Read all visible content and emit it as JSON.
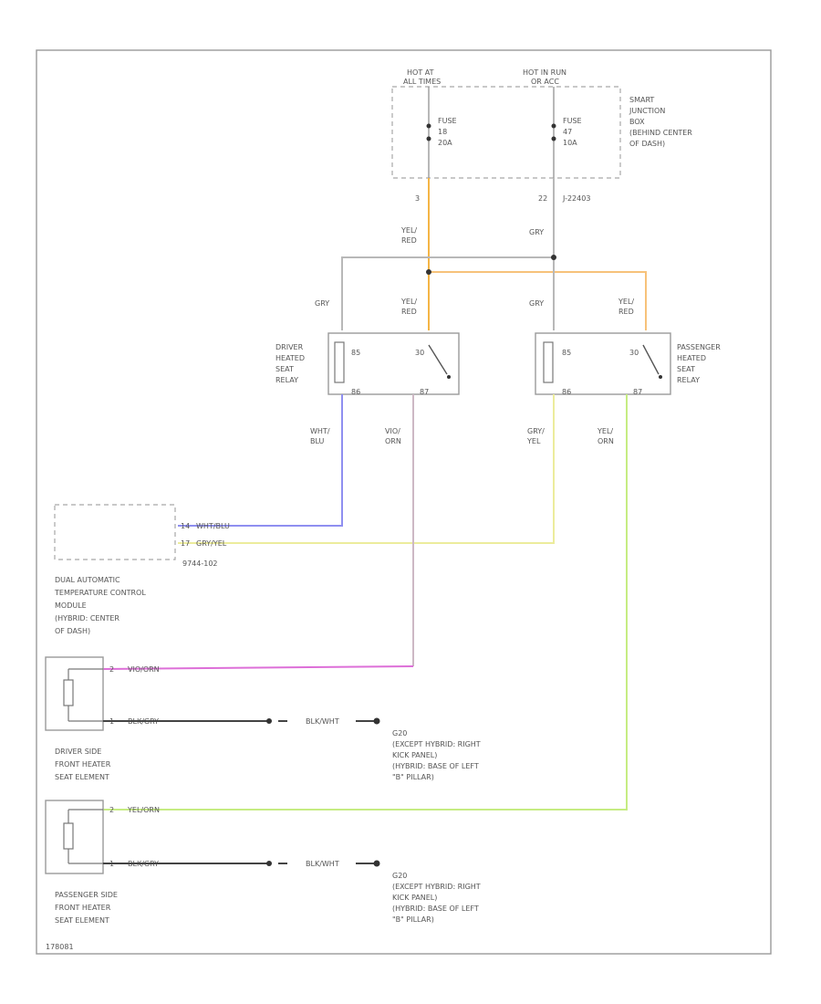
{
  "sjb": {
    "hot_at_all_times": [
      "HOT AT",
      "ALL TIMES"
    ],
    "hot_in_run": [
      "HOT IN RUN",
      "OR ACC"
    ],
    "fuse_a": [
      "FUSE",
      "18",
      "20A"
    ],
    "fuse_b": [
      "FUSE",
      "47",
      "10A"
    ],
    "label": [
      "SMART",
      "JUNCTION",
      "BOX",
      "(BEHIND CENTER",
      "OF DASH)"
    ],
    "pin_a": "3",
    "pin_b": "22",
    "connector": "J-22403"
  },
  "wires": {
    "yel_red": [
      "YEL/",
      "RED"
    ],
    "gry": "GRY",
    "wht_blu": [
      "WHT/",
      "BLU"
    ],
    "vio_orn": [
      "VIO/",
      "ORN"
    ],
    "gry_yel": [
      "GRY/",
      "YEL"
    ],
    "yel_orn": [
      "YEL/",
      "ORN"
    ],
    "wht_blu_h": "WHT/BLU",
    "gry_yel_h": "GRY/YEL",
    "vio_orn_h": "VIO/ORN",
    "blk_gry": "BLK/GRY",
    "blk_wht": "BLK/WHT",
    "yel_orn_h": "YEL/ORN"
  },
  "driver_relay": {
    "label": [
      "DRIVER",
      "HEATED",
      "SEAT",
      "RELAY"
    ],
    "pin_85": "85",
    "pin_30": "30",
    "pin_86": "86",
    "pin_87": "87"
  },
  "pass_relay": {
    "label": [
      "PASSENGER",
      "HEATED",
      "SEAT",
      "RELAY"
    ],
    "pin_85": "85",
    "pin_30": "30",
    "pin_86": "86",
    "pin_87": "87"
  },
  "atc": {
    "pin_a": "14",
    "pin_b": "17",
    "connector": "9744-102",
    "label": [
      "DUAL AUTOMATIC",
      "TEMPERATURE CONTROL",
      "MODULE",
      "(HYBRID: CENTER",
      "OF DASH)"
    ]
  },
  "driver_seat": {
    "pin_2": "2",
    "pin_1": "1",
    "label": [
      "DRIVER SIDE",
      "FRONT HEATER",
      "SEAT ELEMENT"
    ]
  },
  "pass_seat": {
    "pin_2": "2",
    "pin_1": "1",
    "label": [
      "PASSENGER SIDE",
      "FRONT HEATER",
      "SEAT ELEMENT"
    ]
  },
  "ground1": {
    "label": [
      "G20",
      "(EXCEPT HYBRID: RIGHT",
      "KICK PANEL)",
      "(HYBRID: BASE OF LEFT",
      "\"B\" PILLAR)"
    ]
  },
  "ground2": {
    "label": [
      "G20",
      "(EXCEPT HYBRID: RIGHT",
      "KICK PANEL)",
      "(HYBRID: BASE OF LEFT",
      "\"B\" PILLAR)"
    ]
  },
  "footer": "178081",
  "colors": {
    "frame": "#9a9a9a",
    "yel_red": "#f5b546",
    "yel_red_h": "#f7c27a",
    "gry": "#b8b8b8",
    "wht_blu": "#8f8ff0",
    "vio_orn": "#cdb8c4",
    "gry_yel": "#ecec9c",
    "vio_magenta": "#dd6fd8",
    "yel_orn": "#c6ec82",
    "black": "#444444"
  }
}
